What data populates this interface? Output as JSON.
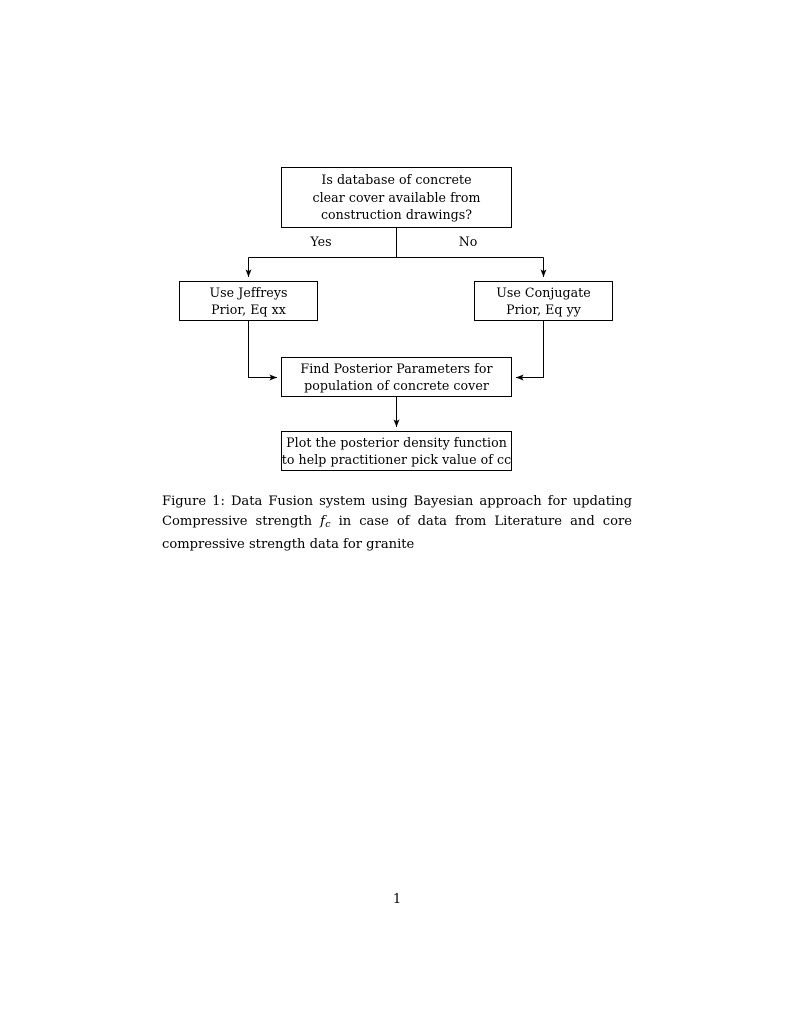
{
  "document": {
    "page_number": "1"
  },
  "figure": {
    "nodes": {
      "decision": {
        "line1": "Is database of concrete",
        "line2": "clear cover available from",
        "line3": "construction drawings?"
      },
      "jeffreys": {
        "line1": "Use Jeffreys",
        "line2": "Prior, Eq xx"
      },
      "conjugate": {
        "line1": "Use Conjugate",
        "line2": "Prior, Eq yy"
      },
      "posterior": {
        "line1": "Find Posterior Parameters for",
        "line2": "population of concrete cover"
      },
      "plot": {
        "line1": "Plot the posterior density function",
        "line2": "to help practitioner pick value of cc"
      }
    },
    "edge_labels": {
      "yes": "Yes",
      "no": "No"
    },
    "colors": {
      "stroke": "#000000",
      "fill": "#ffffff"
    }
  },
  "caption": {
    "label": "Figure 1:",
    "text_before_math": "Data Fusion system using Bayesian approach for updating Compressive strength",
    "math_base": "f",
    "math_subscript": "c",
    "text_after_math": "in case of data from Literature and core compressive strength data for granite"
  }
}
